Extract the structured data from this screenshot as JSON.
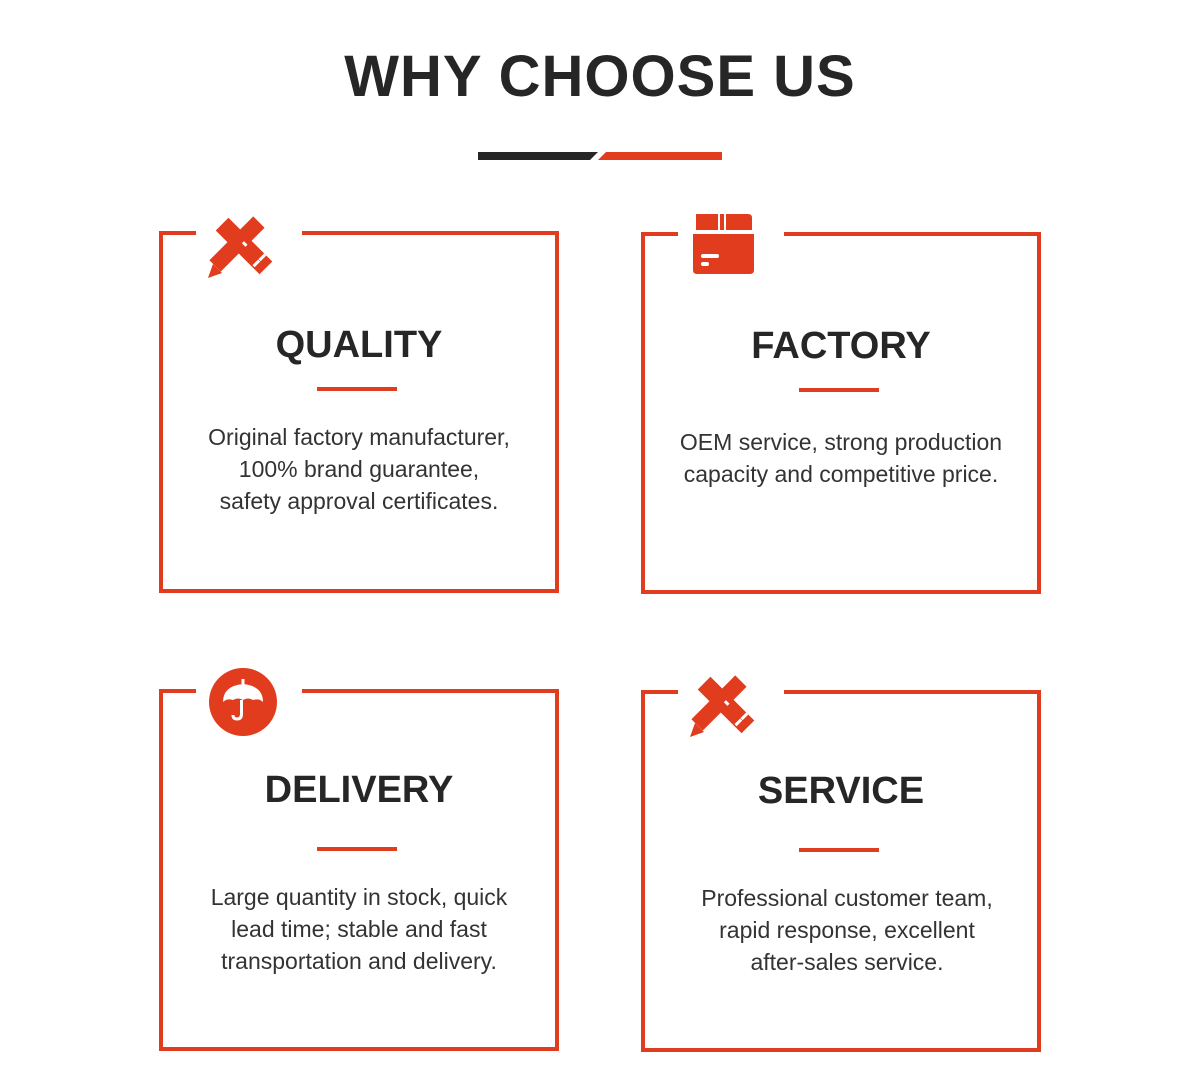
{
  "page": {
    "title": "WHY CHOOSE US"
  },
  "theme": {
    "accent": "#e13c1d",
    "dark": "#262626"
  },
  "cards": [
    {
      "title": "QUALITY",
      "icon": "pencil-ruler-icon",
      "text": "Original factory manufacturer,\n100% brand guarantee,\nsafety approval certificates."
    },
    {
      "title": "FACTORY",
      "icon": "box-icon",
      "text": "OEM service, strong production\ncapacity and competitive price."
    },
    {
      "title": "DELIVERY",
      "icon": "umbrella-icon",
      "text": "Large quantity in stock, quick\nlead time; stable and fast\ntransportation and delivery."
    },
    {
      "title": "SERVICE",
      "icon": "pencil-ruler-icon",
      "text": "Professional customer team,\nrapid response, excellent\nafter-sales service."
    }
  ]
}
